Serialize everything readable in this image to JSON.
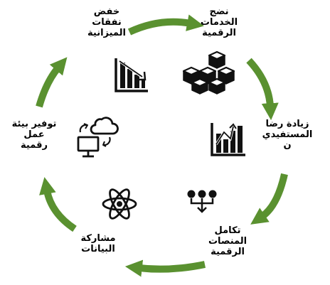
{
  "cycle": {
    "arrow_color": "#5a9130",
    "icon_color": "#111111",
    "stages": [
      {
        "id": "reduce-budget-costs",
        "lines": [
          "خفض",
          "نفقات",
          "الميزانية"
        ],
        "icon": "bar-chart-decrease-icon"
      },
      {
        "id": "digital-services-maturity",
        "lines": [
          "نضج",
          "الخدمات",
          "الرقمية"
        ],
        "icon": "connected-cubes-icon"
      },
      {
        "id": "beneficiary-satisfaction",
        "lines": [
          "زيادة رضا",
          "المستفيدي",
          "ن"
        ],
        "icon": "bar-chart-increase-icon"
      },
      {
        "id": "platform-integration",
        "lines": [
          "تكامل",
          "المنصات",
          "الرقمية"
        ],
        "icon": "network-hierarchy-icon"
      },
      {
        "id": "data-sharing",
        "lines": [
          "مشاركة",
          "البيانات"
        ],
        "icon": "atom-icon"
      },
      {
        "id": "digital-work-environment",
        "lines": [
          "توفير بيئة",
          "عمل",
          "رقمية"
        ],
        "icon": "cloud-computer-sync-icon"
      }
    ]
  }
}
